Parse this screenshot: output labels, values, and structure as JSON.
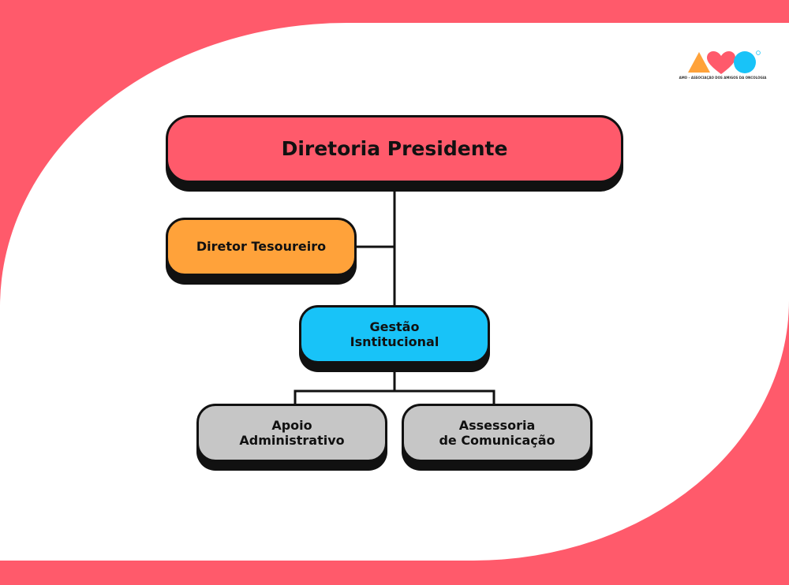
{
  "colors": {
    "frame": "#FF5A6B",
    "panel": "#FFFFFF",
    "president": "#FF5A6B",
    "treasurer": "#FFA23A",
    "gestao": "#18C3F8",
    "support": "#C6C6C6",
    "outline": "#111111"
  },
  "logo": {
    "icons": [
      "triangle-icon",
      "heart-icon",
      "circle-icon"
    ],
    "caption": "AMO – ASSOCIAÇÃO DOS AMIGOS DA ONCOLOGIA"
  },
  "org": {
    "president": "Diretoria Presidente",
    "treasurer": "Diretor Tesoureiro",
    "gestao": {
      "line1": "Gestão",
      "line2": "Isntitucional"
    },
    "apoio": {
      "line1": "Apoio",
      "line2": "Administrativo"
    },
    "assessoria": {
      "line1": "Assessoria",
      "line2": "de Comunicação"
    }
  }
}
